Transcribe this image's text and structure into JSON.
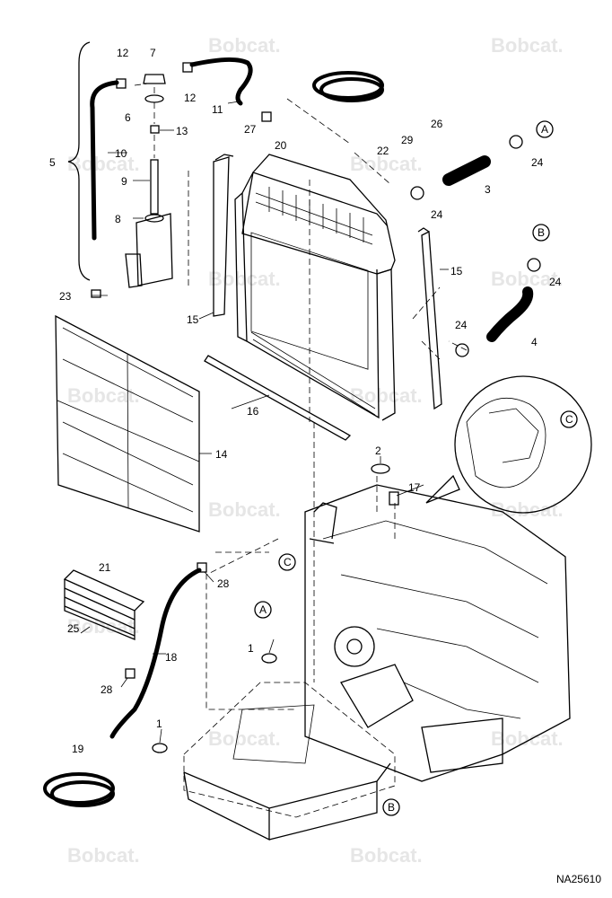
{
  "watermark": "Bobcat.",
  "drawing_id": "NA25610",
  "callouts": [
    "1",
    "1",
    "2",
    "3",
    "4",
    "5",
    "6",
    "7",
    "8",
    "9",
    "10",
    "11",
    "12",
    "12",
    "13",
    "14",
    "15",
    "15",
    "16",
    "17",
    "18",
    "19",
    "20",
    "21",
    "22",
    "23",
    "24",
    "24",
    "24",
    "24",
    "25",
    "26",
    "27",
    "28",
    "28",
    "29"
  ],
  "ref_markers": [
    "A",
    "A",
    "B",
    "B",
    "C",
    "C"
  ]
}
